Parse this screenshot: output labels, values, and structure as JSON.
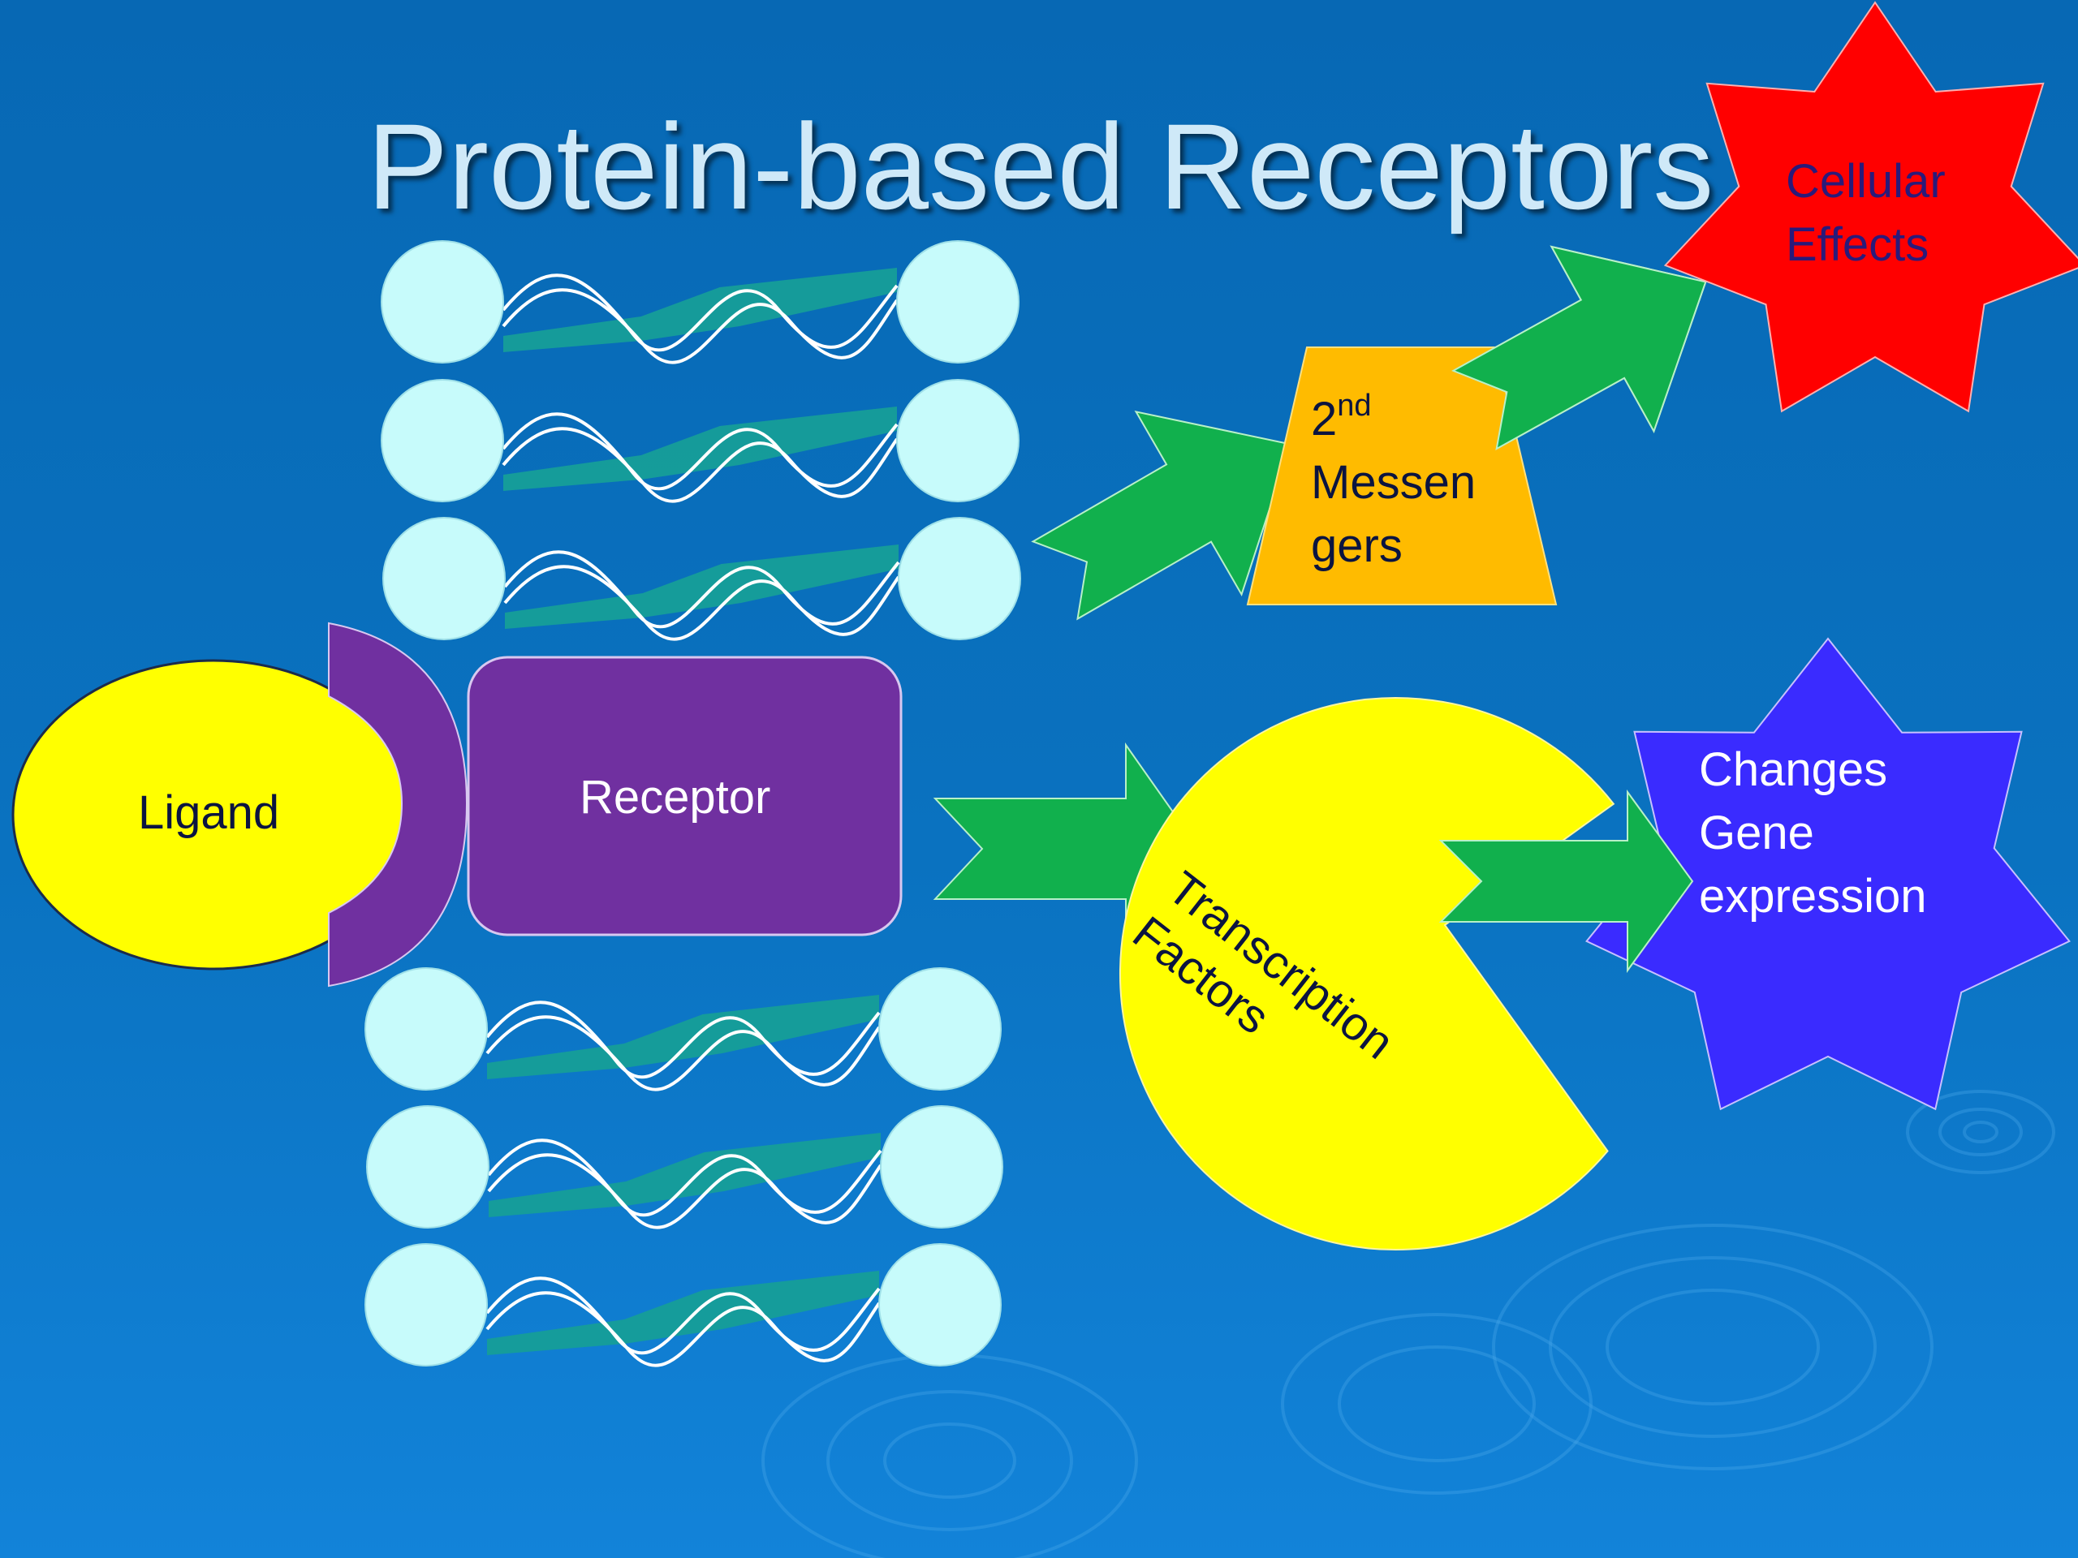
{
  "title": "Protein-based Receptors",
  "labels": {
    "ligand": "Ligand",
    "receptor": "Receptor",
    "second_messengers": {
      "number": "2",
      "superscript": "nd",
      "line2": "Messen",
      "line3": "gers"
    },
    "cellular_effects": [
      "Cellular",
      "Effects"
    ],
    "transcription_factors": [
      "Transcription",
      "Factors"
    ],
    "gene_expression": [
      "Changes",
      "Gene",
      "expression"
    ]
  },
  "colors": {
    "background": "#0a6fbf",
    "title": "#cfe9f8",
    "membrane_head": "#c7fbfb",
    "membrane_tail": "#169e98",
    "ligand": "#ffff00",
    "receptor": "#7030a0",
    "arrow": "#11b04d",
    "messenger": "#ffbb00",
    "cellular_effects": "#ff0000",
    "gene_expression": "#3a2bff",
    "transcription_factors": "#ffff00"
  },
  "icons": [
    "phospholipid-head-icon",
    "lipid-tail-icon",
    "arrow-icon",
    "star-burst-icon",
    "pacman-icon"
  ]
}
